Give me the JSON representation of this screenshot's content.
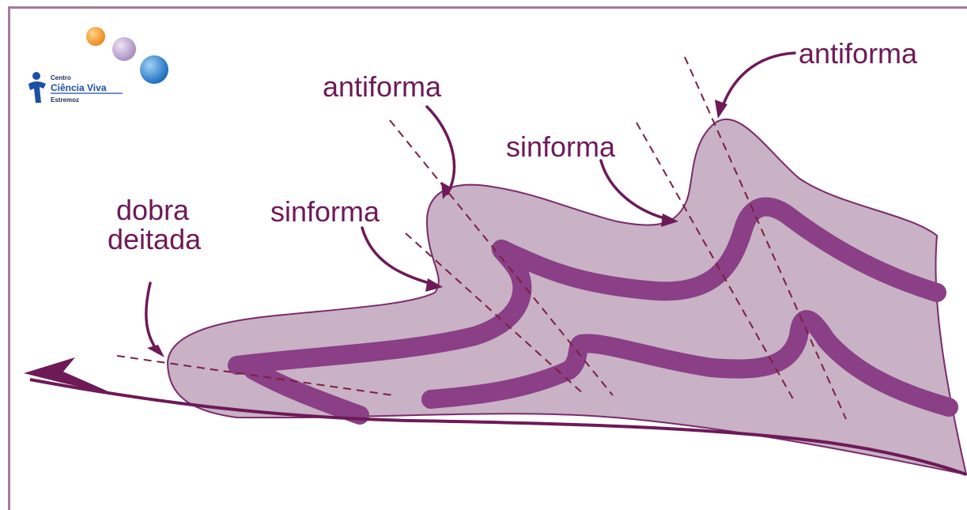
{
  "colors": {
    "frame": "#a57a9f",
    "fold_body": "#c9b1c6",
    "fold_outline": "#7a2a6a",
    "layer_band": "#8a3f86",
    "arrow": "#6d1a57",
    "axis_dash": "#7a2040",
    "text": "#6d1a57",
    "logo_blue": "#1c4fa6",
    "logo_dark": "#1f2a55"
  },
  "logo": {
    "line1": "Centro",
    "line2": "Ciência Viva",
    "line3": "Estremoz",
    "icons": [
      "orange-sphere-icon",
      "lilac-sphere-icon",
      "blue-sphere-icon",
      "person-icon"
    ]
  },
  "labels": {
    "antiforma_left": "antiforma",
    "antiforma_right": "antiforma",
    "sinforma_left": "sinforma",
    "sinforma_right": "sinforma",
    "dobra_line1": "dobra",
    "dobra_line2": "deitada"
  }
}
